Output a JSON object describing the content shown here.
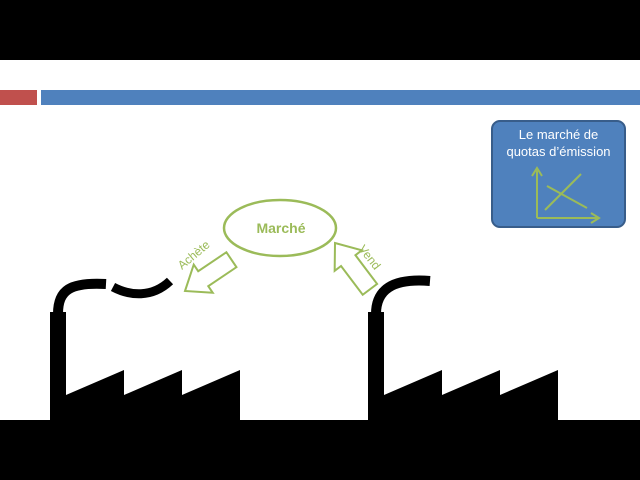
{
  "slide": {
    "market_label": "Marché",
    "buy_label": "Achète",
    "sell_label": "Vend",
    "info_box": {
      "title_line1": "Le marché de",
      "title_line2": "quotas d’émission"
    }
  },
  "colors": {
    "accent_red": "#c0504d",
    "accent_blue": "#4f81bd",
    "green": "#9bbb59",
    "factory": "#000000"
  },
  "icons": {
    "chart": "supply-demand-chart-icon",
    "factories": "factory-icon"
  }
}
